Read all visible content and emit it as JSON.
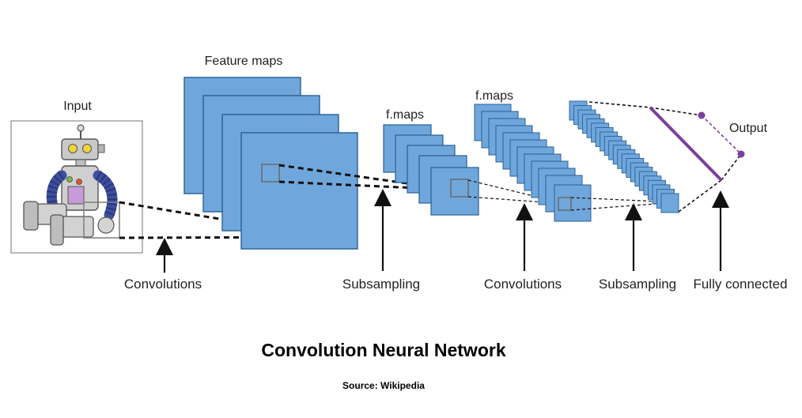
{
  "labels": {
    "input": "Input",
    "feature_maps": "Feature maps",
    "fmaps_1": "f.maps",
    "fmaps_2": "f.maps",
    "output": "Output",
    "convolutions_1": "Convolutions",
    "subsampling_1": "Subsampling",
    "convolutions_2": "Convolutions",
    "subsampling_2": "Subsampling",
    "fully_connected": "Fully connected"
  },
  "caption": {
    "title": "Convolution Neural Network",
    "source": "Source: Wikipedia"
  },
  "colors": {
    "map_fill": "#6fa7dc",
    "map_stroke": "#2a5f93",
    "output_purple": "#7b3f9e",
    "text": "#222222"
  },
  "icons": {
    "input_image": "robot-illustration"
  }
}
